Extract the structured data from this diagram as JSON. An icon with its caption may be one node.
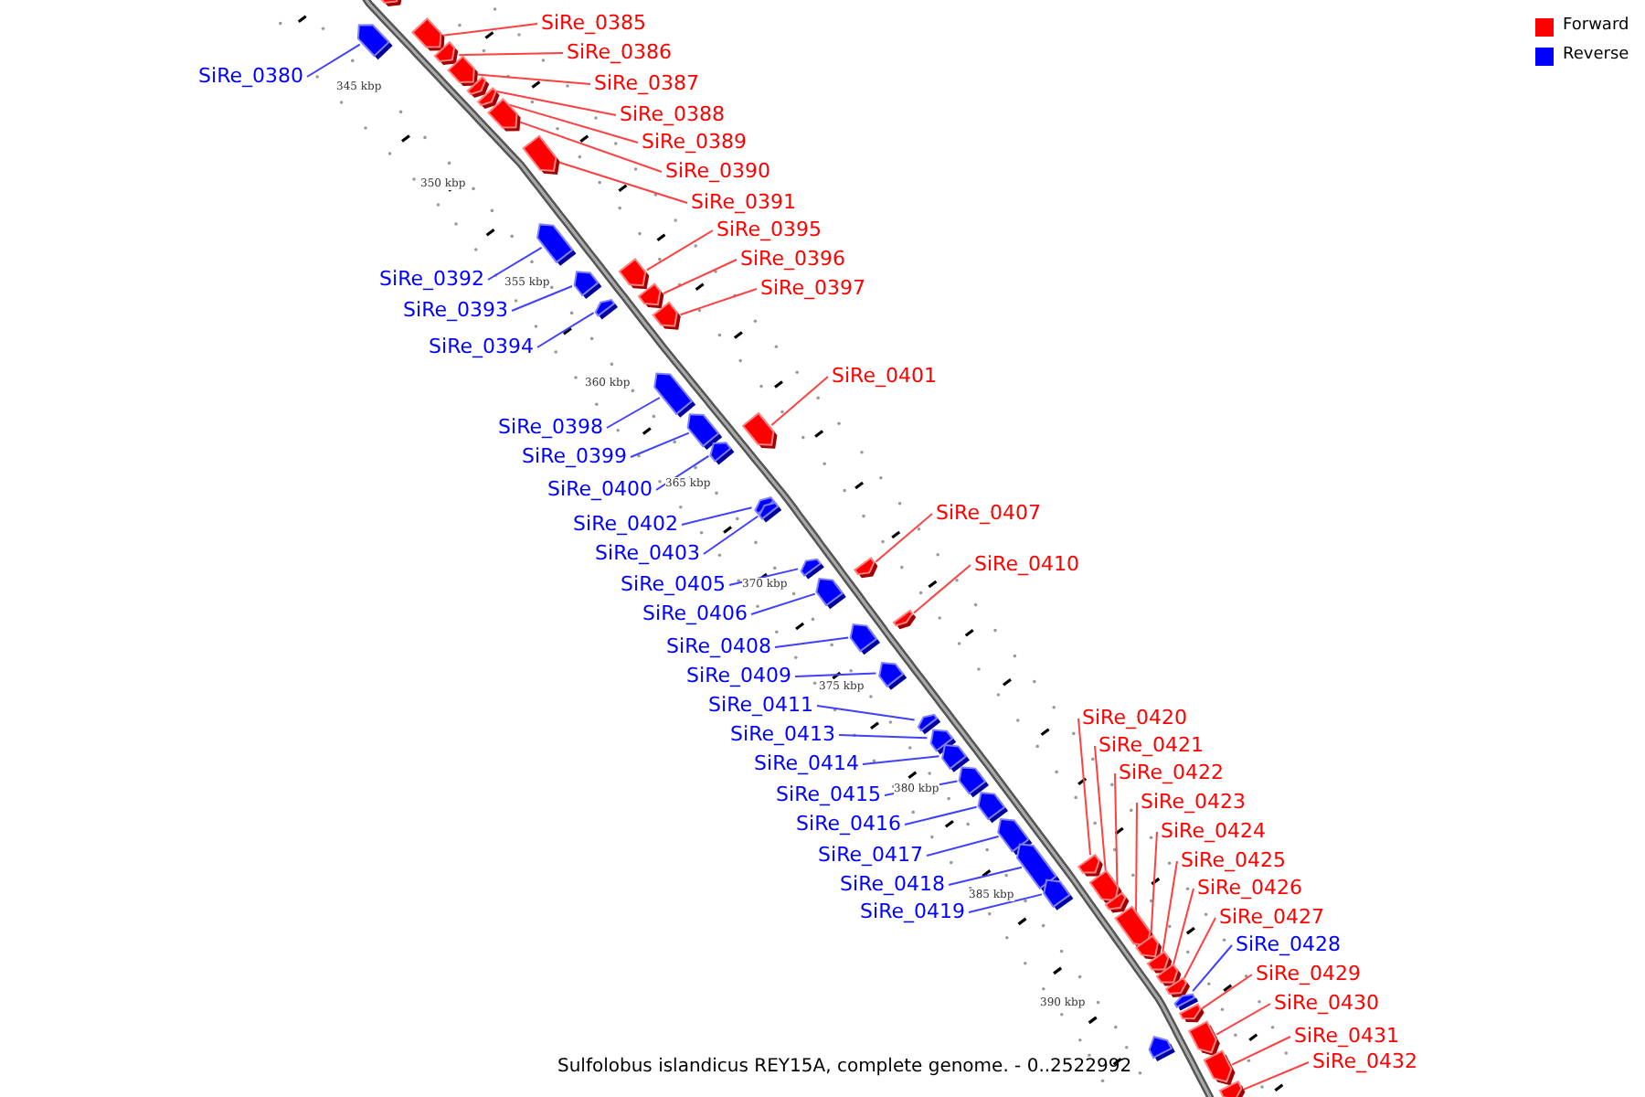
{
  "diagram": {
    "caption": "Sulfolobus islandicus REY15A, complete genome. - 0..2522992",
    "nodes": [
      {
        "text": [
          "SiRe_0380"
        ]
      },
      {
        "text": [],
        "shape": "arrow"
      },
      {
        "text": [
          "SiRe_0385"
        ]
      },
      {
        "text": [],
        "shape": "arrow"
      },
      {
        "text": [
          "SiRe_0386"
        ]
      },
      {
        "text": [],
        "shape": "arrow"
      },
      {
        "text": [
          "SiRe_0387"
        ]
      },
      {
        "text": [],
        "shape": "arrow"
      },
      {
        "text": [
          "SiRe_0388"
        ]
      },
      {
        "text": [],
        "shape": "arrow"
      },
      {
        "text": [
          "SiRe_0389"
        ]
      },
      {
        "text": [],
        "shape": "arrow"
      },
      {
        "text": [
          "SiRe_0390"
        ]
      },
      {
        "text": [],
        "shape": "arrow"
      },
      {
        "text": [
          "SiRe_0391"
        ]
      },
      {
        "text": [],
        "shape": "arrow"
      },
      {
        "text": [
          "SiRe_0392"
        ]
      },
      {
        "text": [],
        "shape": "arrow"
      },
      {
        "text": [
          "SiRe_0393"
        ]
      },
      {
        "text": [],
        "shape": "arrow"
      },
      {
        "text": [
          "SiRe_0394"
        ]
      },
      {
        "text": [],
        "shape": "arrow"
      },
      {
        "text": [
          "SiRe_0395"
        ]
      },
      {
        "text": [],
        "shape": "arrow"
      },
      {
        "text": [
          "SiRe_0396"
        ]
      },
      {
        "text": [],
        "shape": "arrow"
      },
      {
        "text": [
          "SiRe_0397"
        ]
      },
      {
        "text": [],
        "shape": "arrow"
      },
      {
        "text": [
          "SiRe_0398"
        ]
      },
      {
        "text": [],
        "shape": "arrow"
      },
      {
        "text": [
          "SiRe_0399"
        ]
      },
      {
        "text": [],
        "shape": "arrow"
      },
      {
        "text": [
          "SiRe_0400"
        ]
      },
      {
        "text": [],
        "shape": "arrow"
      },
      {
        "text": [
          "SiRe_0401"
        ]
      },
      {
        "text": [],
        "shape": "arrow"
      },
      {
        "text": [
          "SiRe_0402"
        ]
      },
      {
        "text": [],
        "shape": "arrow"
      },
      {
        "text": [
          "SiRe_0403"
        ]
      },
      {
        "text": [],
        "shape": "arrow"
      },
      {
        "text": [
          "SiRe_0405"
        ]
      },
      {
        "text": [],
        "shape": "arrow"
      },
      {
        "text": [
          "SiRe_0406"
        ]
      },
      {
        "text": [],
        "shape": "arrow"
      },
      {
        "text": [
          "SiRe_0407"
        ]
      },
      {
        "text": [],
        "shape": "arrow"
      },
      {
        "text": [
          "SiRe_0408"
        ]
      },
      {
        "text": [],
        "shape": "arrow"
      },
      {
        "text": [
          "SiRe_0409"
        ]
      },
      {
        "text": [],
        "shape": "arrow"
      },
      {
        "text": [
          "SiRe_0410"
        ]
      },
      {
        "text": [],
        "shape": "arrow"
      },
      {
        "text": [
          "SiRe_0411"
        ]
      },
      {
        "text": [],
        "shape": "arrow"
      },
      {
        "text": [
          "SiRe_0413"
        ]
      },
      {
        "text": [],
        "shape": "arrow"
      },
      {
        "text": [
          "SiRe_0414"
        ]
      },
      {
        "text": [],
        "shape": "arrow"
      },
      {
        "text": [
          "SiRe_0415"
        ]
      },
      {
        "text": [],
        "shape": "arrow"
      },
      {
        "text": [
          "SiRe_0416"
        ]
      },
      {
        "text": [],
        "shape": "arrow"
      },
      {
        "text": [
          "SiRe_0417"
        ]
      },
      {
        "text": [],
        "shape": "arrow"
      },
      {
        "text": [
          "SiRe_0418"
        ]
      },
      {
        "text": [],
        "shape": "arrow"
      },
      {
        "text": [
          "SiRe_0419"
        ]
      },
      {
        "text": [],
        "shape": "arrow"
      },
      {
        "text": [
          "SiRe_0420"
        ]
      },
      {
        "text": [],
        "shape": "arrow"
      },
      {
        "text": [
          "SiRe_0421"
        ]
      },
      {
        "text": [],
        "shape": "arrow"
      },
      {
        "text": [
          "SiRe_0422"
        ]
      },
      {
        "text": [],
        "shape": "arrow"
      },
      {
        "text": [
          "SiRe_0423"
        ]
      },
      {
        "text": [],
        "shape": "arrow"
      },
      {
        "text": [
          "SiRe_0424"
        ]
      },
      {
        "text": [],
        "shape": "arrow"
      },
      {
        "text": [
          "SiRe_0425"
        ]
      },
      {
        "text": [],
        "shape": "arrow"
      },
      {
        "text": [
          "SiRe_0426"
        ]
      },
      {
        "text": [],
        "shape": "arrow"
      },
      {
        "text": [
          "SiRe_0427"
        ]
      },
      {
        "text": [],
        "shape": "arrow"
      },
      {
        "text": [
          "SiRe_0428"
        ]
      },
      {
        "text": [],
        "shape": "arrow"
      },
      {
        "text": [
          "SiRe_0429"
        ]
      },
      {
        "text": [],
        "shape": "arrow"
      },
      {
        "text": [
          "SiRe_0430"
        ]
      },
      {
        "text": [],
        "shape": "arrow"
      },
      {
        "text": [
          "SiRe_0431"
        ]
      },
      {
        "text": [],
        "shape": "arrow"
      },
      {
        "text": [
          "SiRe_0432"
        ]
      },
      {
        "text": [],
        "shape": "arrow"
      },
      {
        "text": [],
        "shape": "arrow"
      },
      {
        "text": [],
        "shape": "arrow"
      }
    ],
    "edges": [
      {
        "from": 0,
        "to": 1,
        "arrow": "none",
        "color": "#4040ff"
      },
      {
        "from": 2,
        "to": 3,
        "arrow": "none"
      },
      {
        "from": 4,
        "to": 5,
        "arrow": "none"
      },
      {
        "from": 6,
        "to": 7,
        "arrow": "none"
      },
      {
        "from": 8,
        "to": 9,
        "arrow": "none"
      },
      {
        "from": 10,
        "to": 11,
        "arrow": "none"
      },
      {
        "from": 12,
        "to": 13,
        "arrow": "none"
      },
      {
        "from": 14,
        "to": 15,
        "arrow": "none"
      },
      {
        "from": 16,
        "to": 17,
        "arrow": "none",
        "color": "#4040ff"
      },
      {
        "from": 18,
        "to": 19,
        "arrow": "none",
        "color": "#4040ff"
      },
      {
        "from": 20,
        "to": 21,
        "arrow": "none",
        "color": "#4040ff"
      },
      {
        "from": 22,
        "to": 23,
        "arrow": "none"
      },
      {
        "from": 24,
        "to": 25,
        "arrow": "none"
      },
      {
        "from": 26,
        "to": 27,
        "arrow": "none"
      },
      {
        "from": 28,
        "to": 29,
        "arrow": "none",
        "color": "#4040ff"
      },
      {
        "from": 30,
        "to": 31,
        "arrow": "none",
        "color": "#4040ff"
      },
      {
        "from": 32,
        "to": 33,
        "arrow": "none",
        "color": "#4040ff"
      },
      {
        "from": 34,
        "to": 35,
        "arrow": "none"
      },
      {
        "from": 36,
        "to": 37,
        "arrow": "none",
        "color": "#4040ff"
      },
      {
        "from": 38,
        "to": 39,
        "arrow": "none",
        "color": "#4040ff"
      },
      {
        "from": 40,
        "to": 41,
        "arrow": "none",
        "color": "#4040ff"
      },
      {
        "from": 42,
        "to": 43,
        "arrow": "none",
        "color": "#4040ff"
      },
      {
        "from": 44,
        "to": 45,
        "arrow": "none"
      },
      {
        "from": 46,
        "to": 47,
        "arrow": "none",
        "color": "#4040ff"
      },
      {
        "from": 48,
        "to": 49,
        "arrow": "none",
        "color": "#4040ff"
      },
      {
        "from": 50,
        "to": 51,
        "arrow": "none"
      },
      {
        "from": 52,
        "to": 53,
        "arrow": "none",
        "color": "#4040ff"
      },
      {
        "from": 54,
        "to": 55,
        "arrow": "none",
        "color": "#4040ff"
      },
      {
        "from": 56,
        "to": 57,
        "arrow": "none",
        "color": "#4040ff"
      },
      {
        "from": 58,
        "to": 59,
        "arrow": "none",
        "color": "#4040ff"
      },
      {
        "from": 60,
        "to": 61,
        "arrow": "none",
        "color": "#4040ff"
      },
      {
        "from": 62,
        "to": 63,
        "arrow": "none",
        "color": "#4040ff"
      },
      {
        "from": 64,
        "to": 65,
        "arrow": "none",
        "color": "#4040ff"
      },
      {
        "from": 66,
        "to": 67,
        "arrow": "none",
        "color": "#4040ff"
      },
      {
        "from": 68,
        "to": 69,
        "arrow": "none"
      },
      {
        "from": 70,
        "to": 71,
        "arrow": "none"
      },
      {
        "from": 72,
        "to": 73,
        "arrow": "none"
      },
      {
        "from": 74,
        "to": 75,
        "arrow": "none"
      },
      {
        "from": 76,
        "to": 77,
        "arrow": "none"
      },
      {
        "from": 78,
        "to": 79,
        "arrow": "none"
      },
      {
        "from": 80,
        "to": 81,
        "arrow": "none"
      },
      {
        "from": 82,
        "to": 83,
        "arrow": "none"
      },
      {
        "from": 84,
        "to": 85,
        "arrow": "none",
        "color": "#4040ff"
      },
      {
        "from": 86,
        "to": 87,
        "arrow": "none"
      },
      {
        "from": 88,
        "to": 89,
        "arrow": "none"
      },
      {
        "from": 90,
        "to": 91,
        "arrow": "none"
      },
      {
        "from": 92,
        "to": 93,
        "arrow": "none"
      }
    ],
    "labels": [
      "345 kbp",
      "350 kbp",
      "355 kbp",
      "360 kbp",
      "365 kbp",
      "370 kbp",
      "375 kbp",
      "380 kbp",
      "385 kbp",
      "390 kbp"
    ],
    "legend": [
      {
        "text": "Forward",
        "color": "#ff0000"
      },
      {
        "text": "Reverse",
        "color": "#0000ff"
      }
    ]
  }
}
